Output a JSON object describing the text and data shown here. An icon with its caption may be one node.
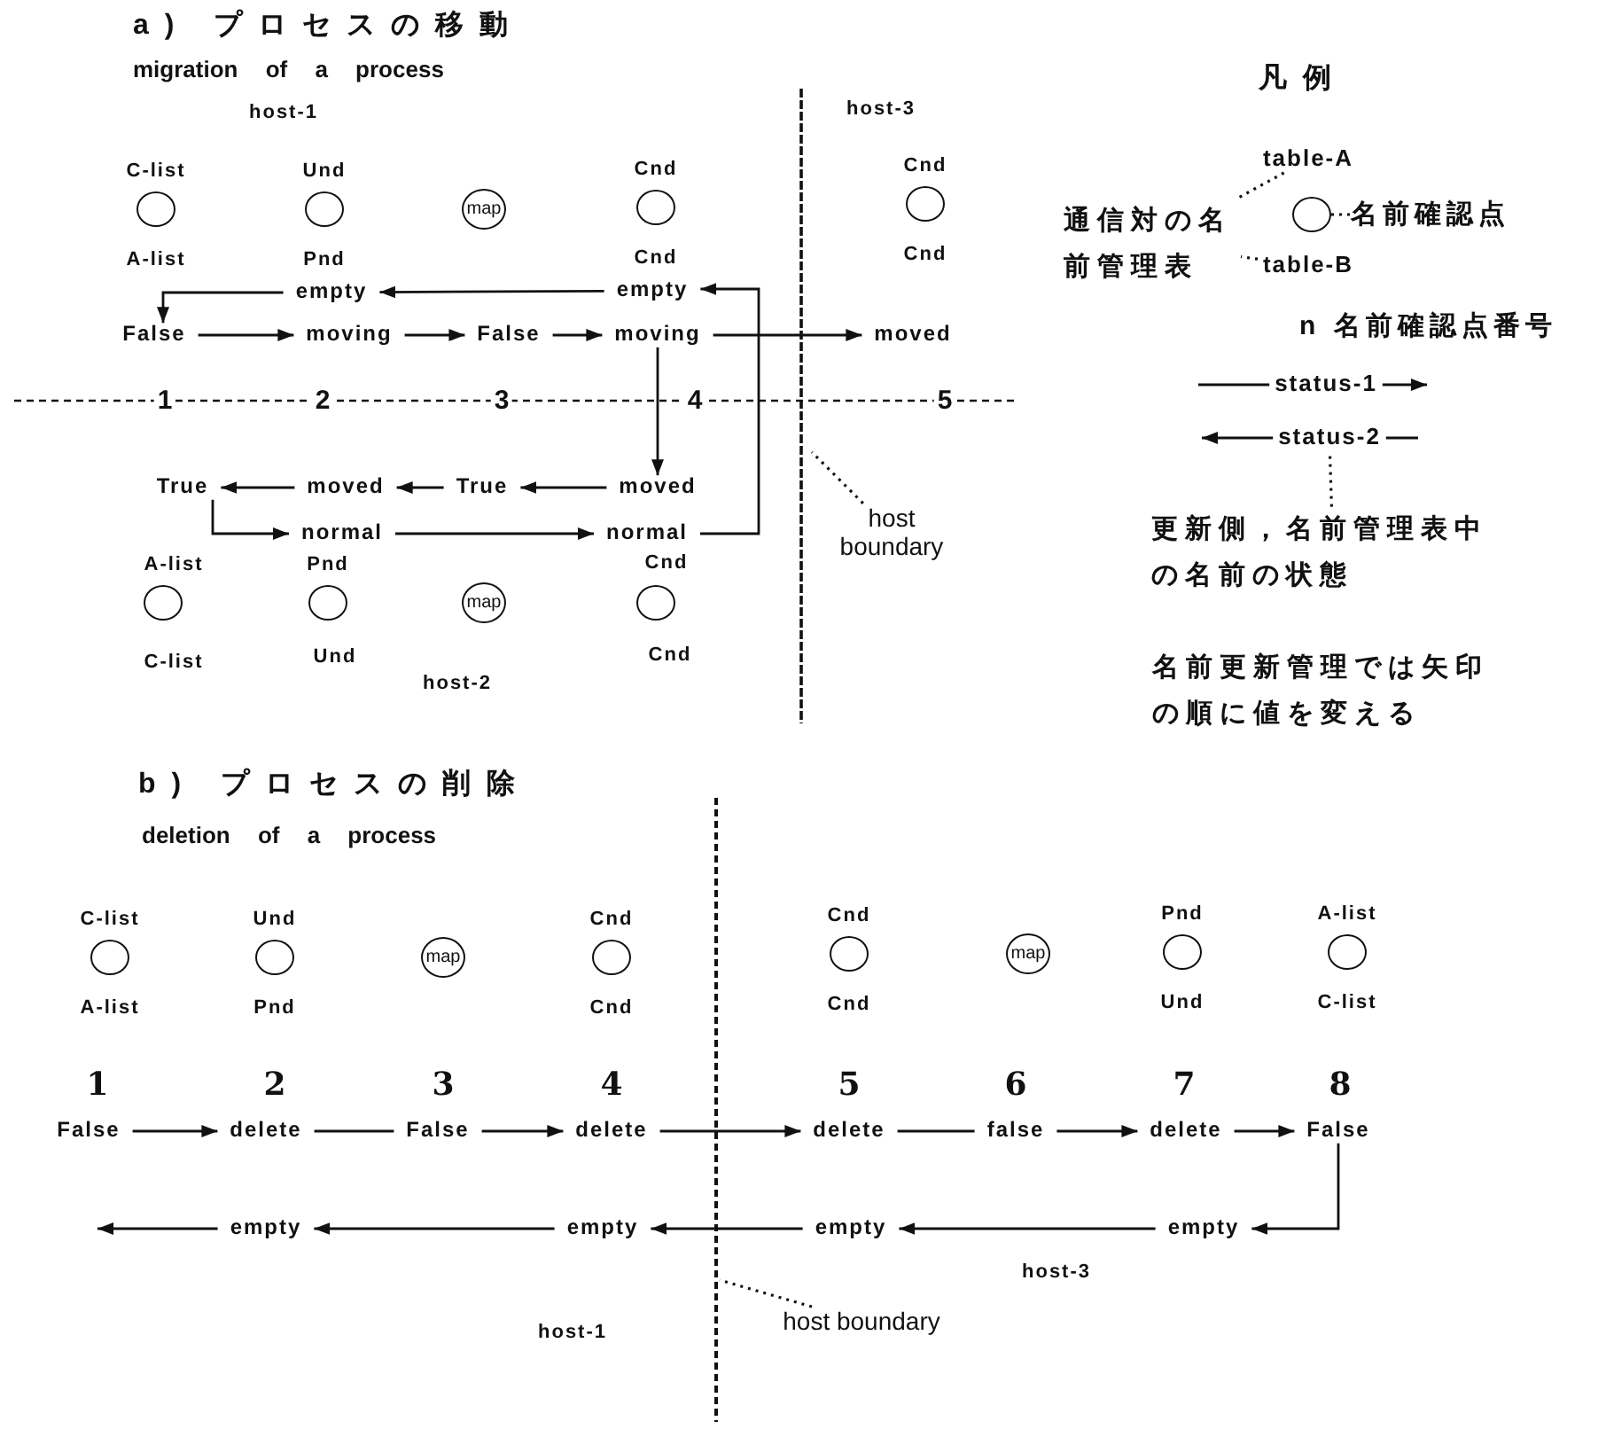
{
  "diagram": {
    "nodes": [
      {
        "text": [],
        "shape": "circle",
        "beside": [
          "C-list",
          "A-list"
        ]
      },
      {
        "text": [],
        "shape": "circle",
        "beside": [
          "Und",
          "Pnd"
        ]
      },
      {
        "text": [
          "map"
        ]
      },
      {
        "text": [],
        "shape": "circle",
        "beside": [
          "Cnd",
          "Cnd"
        ]
      },
      {
        "text": [],
        "shape": "circle",
        "beside": [
          "Cnd",
          "Cnd"
        ]
      },
      {
        "text": [
          "empty"
        ]
      },
      {
        "text": [
          "empty"
        ]
      },
      {
        "text": [
          "False"
        ]
      },
      {
        "text": [
          "moving"
        ]
      },
      {
        "text": [
          "False"
        ]
      },
      {
        "text": [
          "moving"
        ]
      },
      {
        "text": [
          "moved"
        ]
      },
      {
        "text": [
          "True"
        ]
      },
      {
        "text": [
          "moved"
        ]
      },
      {
        "text": [
          "True"
        ]
      },
      {
        "text": [
          "moved"
        ]
      },
      {
        "text": [
          "normal"
        ]
      },
      {
        "text": [
          "normal"
        ]
      },
      {
        "text": [],
        "shape": "circle",
        "beside": [
          "A-list",
          "C-list"
        ]
      },
      {
        "text": [],
        "shape": "circle",
        "beside": [
          "Pnd",
          "Und"
        ]
      },
      {
        "text": [
          "map"
        ]
      },
      {
        "text": [],
        "shape": "circle",
        "beside": [
          "Cnd",
          "Cnd"
        ]
      },
      {
        "text": [
          "host boundary"
        ]
      },
      {
        "text": [
          "table-A"
        ]
      },
      {
        "text": [
          "通信対の名前管理表"
        ]
      },
      {
        "text": [],
        "shape": "circle"
      },
      {
        "text": [
          "名前確認点"
        ]
      },
      {
        "text": [
          "table-B"
        ]
      },
      {
        "text": [
          "status-1"
        ]
      },
      {
        "text": [
          "status-2"
        ]
      },
      {
        "text": [
          "更新側，名前管理表中の名前の状態"
        ]
      },
      {
        "text": [],
        "shape": "circle",
        "beside": [
          "C-list",
          "A-list"
        ]
      },
      {
        "text": [],
        "shape": "circle",
        "beside": [
          "Und",
          "Pnd"
        ]
      },
      {
        "text": [
          "map"
        ]
      },
      {
        "text": [],
        "shape": "circle",
        "beside": [
          "Cnd",
          "Cnd"
        ]
      },
      {
        "text": [],
        "shape": "circle",
        "beside": [
          "Cnd",
          "Cnd"
        ]
      },
      {
        "text": [
          "map"
        ]
      },
      {
        "text": [],
        "shape": "circle",
        "beside": [
          "Pnd",
          "Und"
        ]
      },
      {
        "text": [],
        "shape": "circle",
        "beside": [
          "A-list",
          "C-list"
        ]
      },
      {
        "text": [
          "False"
        ]
      },
      {
        "text": [
          "delete"
        ]
      },
      {
        "text": [
          "False"
        ]
      },
      {
        "text": [
          "delete"
        ]
      },
      {
        "text": [
          "delete"
        ]
      },
      {
        "text": [
          "false"
        ]
      },
      {
        "text": [
          "delete"
        ]
      },
      {
        "text": [
          "False"
        ]
      },
      {
        "text": [
          "empty"
        ]
      },
      {
        "text": [
          "empty"
        ]
      },
      {
        "text": [
          "empty"
        ]
      },
      {
        "text": [
          "empty"
        ]
      },
      {
        "text": [
          "host boundary"
        ]
      }
    ],
    "edges": [
      {
        "from": 6,
        "to": 5,
        "arrow": "to"
      },
      {
        "from": 5,
        "to": 7,
        "arrow": "to"
      },
      {
        "from": 7,
        "to": 8,
        "arrow": "to"
      },
      {
        "from": 8,
        "to": 9,
        "arrow": "to"
      },
      {
        "from": 9,
        "to": 10,
        "arrow": "to"
      },
      {
        "from": 10,
        "to": 11,
        "arrow": "to"
      },
      {
        "from": 10,
        "to": 15,
        "arrow": "to"
      },
      {
        "from": 15,
        "to": 14,
        "arrow": "to"
      },
      {
        "from": 14,
        "to": 13,
        "arrow": "to"
      },
      {
        "from": 13,
        "to": 12,
        "arrow": "to"
      },
      {
        "from": 12,
        "to": 16,
        "arrow": "to"
      },
      {
        "from": 16,
        "to": 17,
        "arrow": "to"
      },
      {
        "from": 17,
        "to": 6,
        "arrow": "to"
      },
      {
        "from": 22,
        "to": null,
        "arrow": "none",
        "style": "dashed"
      },
      {
        "from": 23,
        "to": 24,
        "arrow": "none",
        "style": "dashed"
      },
      {
        "from": 27,
        "to": 24,
        "arrow": "none",
        "style": "dashed"
      },
      {
        "from": 25,
        "to": 26,
        "arrow": "none",
        "style": "dashed"
      },
      {
        "from": null,
        "to": 28,
        "arrow": "none"
      },
      {
        "from": 28,
        "to": null,
        "arrow": "to"
      },
      {
        "from": 29,
        "to": null,
        "arrow": "to"
      },
      {
        "from": null,
        "to": 29,
        "arrow": "none"
      },
      {
        "from": 30,
        "to": 29,
        "arrow": "none",
        "style": "dashed"
      },
      {
        "from": 39,
        "to": 40,
        "arrow": "to"
      },
      {
        "from": 40,
        "to": 41,
        "arrow": "none"
      },
      {
        "from": 41,
        "to": 42,
        "arrow": "to"
      },
      {
        "from": 42,
        "to": 43,
        "arrow": "to"
      },
      {
        "from": 43,
        "to": 44,
        "arrow": "none"
      },
      {
        "from": 44,
        "to": 45,
        "arrow": "to"
      },
      {
        "from": 45,
        "to": 46,
        "arrow": "to"
      },
      {
        "from": 46,
        "to": 50,
        "arrow": "to"
      },
      {
        "from": 50,
        "to": 49,
        "arrow": "to"
      },
      {
        "from": 49,
        "to": 48,
        "arrow": "to"
      },
      {
        "from": 48,
        "to": 47,
        "arrow": "to"
      },
      {
        "from": 47,
        "to": null,
        "arrow": "to"
      },
      {
        "from": 51,
        "to": null,
        "arrow": "none",
        "style": "dashed"
      }
    ],
    "labels": [
      "a) プロセスの移動",
      "migration of a process",
      "host-1",
      "host-3",
      "1",
      "2",
      "3",
      "4",
      "5",
      "host-2",
      "凡例",
      "n 名前確認点番号",
      "名前更新管理では矢印の順に値を変える",
      "b) プロセスの削除",
      "deletion of a process",
      "1",
      "2",
      "3",
      "4",
      "5",
      "6",
      "7",
      "8",
      "host-3",
      "host-1"
    ]
  }
}
